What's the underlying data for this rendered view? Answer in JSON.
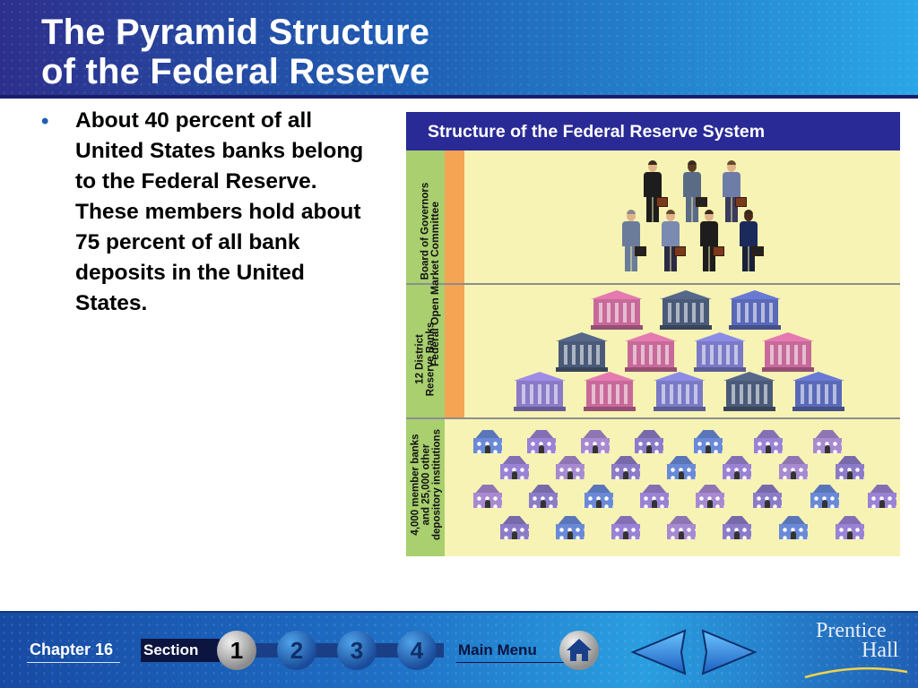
{
  "slide": {
    "title_line1": "The Pyramid Structure",
    "title_line2": "of the Federal Reserve",
    "bullet": "About 40 percent of all United States banks belong to the Federal Reserve.  These members hold about 75 percent of all bank deposits in the United States."
  },
  "diagram": {
    "title": "Structure of the Federal Reserve System",
    "tiers": [
      {
        "label": "Board of Governors"
      },
      {
        "label_line1": "12 District",
        "label_line2": "Reserve Banks"
      },
      {
        "label_line1": "4,000 member banks",
        "label_line2": "and 25,000 other",
        "label_line3": "depository institutions"
      }
    ],
    "side_label": "Federal Open Market Committee",
    "colors": {
      "header": "#2a2a96",
      "background": "#f7f3b4",
      "tier_band": "#a9cf6f",
      "fomc_band": "#f4a452"
    }
  },
  "nav": {
    "chapter": "Chapter 16",
    "section": "Section",
    "sections": [
      "1",
      "2",
      "3",
      "4"
    ],
    "main_menu": "Main Menu",
    "home_icon": "home-icon",
    "prev_icon": "left-arrow-icon",
    "next_icon": "right-arrow-icon",
    "logo_line1": "Prentice",
    "logo_line2": "Hall"
  }
}
